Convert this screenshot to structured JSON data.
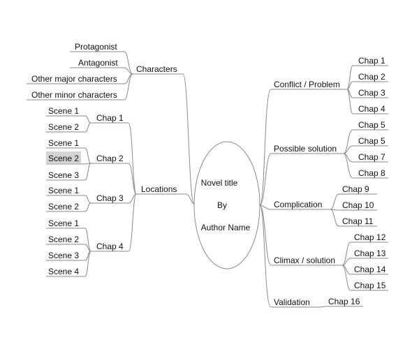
{
  "center": {
    "title": "Novel title",
    "by": "By",
    "author": "Author Name"
  },
  "left": {
    "characters": {
      "label": "Characters",
      "items": [
        "Protagonist",
        "Antagonist",
        "Other major characters",
        "Other minor characters"
      ]
    },
    "locations": {
      "label": "Locations",
      "chapters": [
        {
          "label": "Chap 1",
          "scenes": [
            "Scene 1",
            "Scene 2"
          ]
        },
        {
          "label": "Chap 2",
          "scenes": [
            "Scene 1",
            "Scene 2",
            "Scene 3"
          ],
          "highlighted_scene": "Scene 2"
        },
        {
          "label": "Chap 3",
          "scenes": [
            "Scene 1",
            "Scene 2"
          ]
        },
        {
          "label": "Chap 4",
          "scenes": [
            "Scene 1",
            "Scene 2",
            "Scene 3",
            "Scene 4"
          ]
        }
      ]
    }
  },
  "right": [
    {
      "label": "Conflict / Problem",
      "chapters": [
        "Chap 1",
        "Chap 2",
        "Chap 3",
        "Chap 4"
      ]
    },
    {
      "label": "Possible solution",
      "chapters": [
        "Chap 5",
        "Chap 5",
        "Chap 7",
        "Chap 8"
      ]
    },
    {
      "label": "Complication",
      "chapters": [
        "Chap 9",
        "Chap 10",
        "Chap 11"
      ]
    },
    {
      "label": "Climax / solution",
      "chapters": [
        "Chap 12",
        "Chap 13",
        "Chap 14",
        "Chap 15"
      ]
    },
    {
      "label": "Validation",
      "chapters": [
        "Chap 16"
      ]
    }
  ],
  "colors": {
    "line": "#8a8a8a",
    "text": "#111111",
    "highlight": "#d4d4d4"
  }
}
